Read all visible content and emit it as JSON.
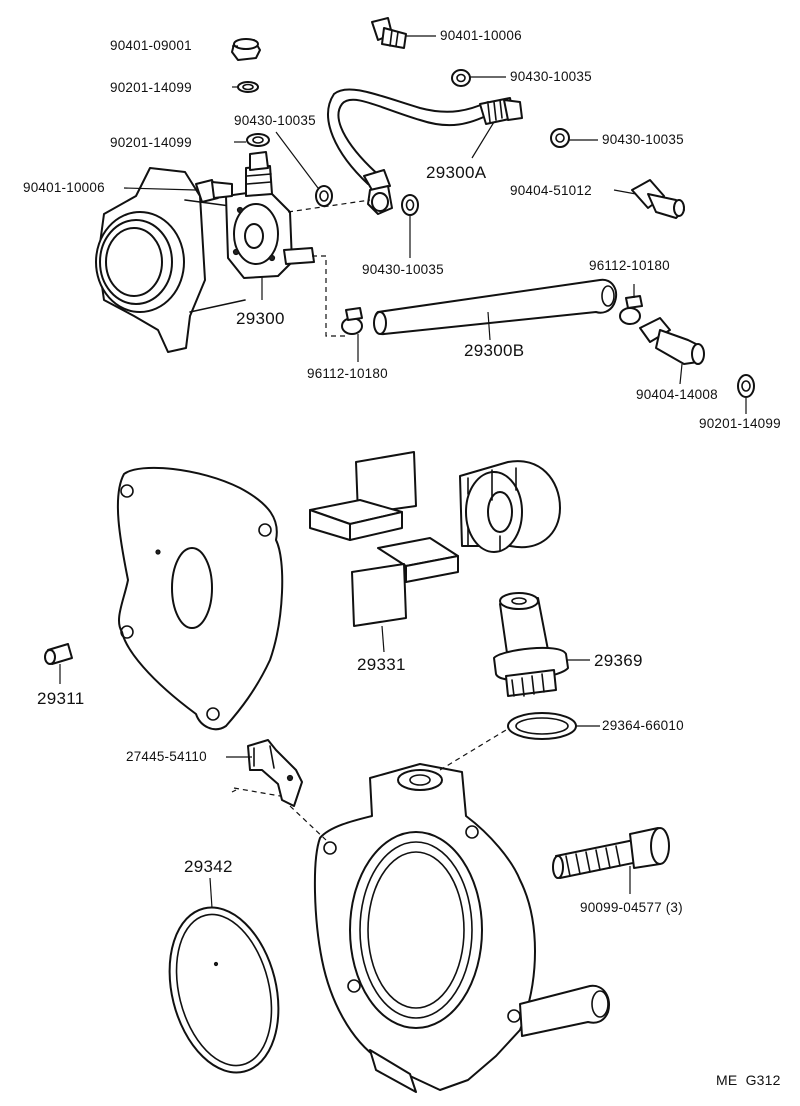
{
  "labels": {
    "l01": "90401-09001",
    "l02": "90201-14099",
    "l03": "90430-10035",
    "l04": "90201-14099",
    "l05": "90401-10006",
    "l06": "29300",
    "l07": "90401-10006",
    "l08": "90430-10035",
    "l09": "29300A",
    "l10": "90430-10035",
    "l11": "90404-51012",
    "l12": "90430-10035",
    "l13": "96112-10180",
    "l14": "96112-10180",
    "l15": "29300B",
    "l16": "90404-14008",
    "l17": "90201-14099",
    "l18": "29331",
    "l19": "29369",
    "l20": "29364-66010",
    "l21": "29311",
    "l22": "27445-54110",
    "l23": "29342",
    "l24": "90099-04577 (3)"
  },
  "figure_code": "ME  G312"
}
